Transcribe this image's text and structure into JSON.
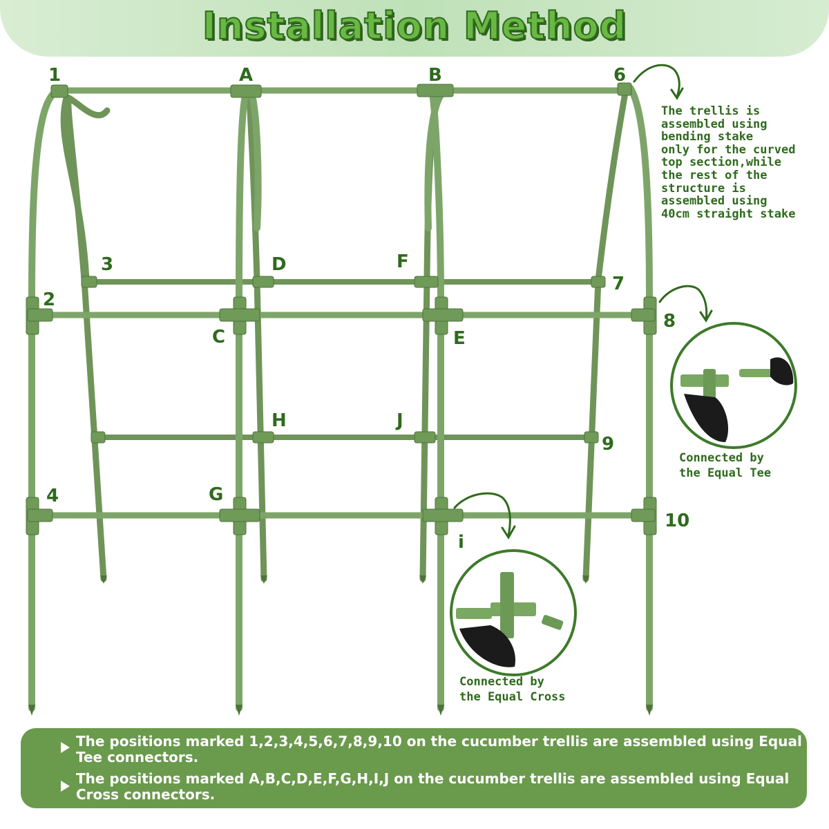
{
  "title": "Installation Method",
  "labels": {
    "n1": "1",
    "n2": "2",
    "n3": "3",
    "n4": "4",
    "n6": "6",
    "n7": "7",
    "n8": "8",
    "n9": "9",
    "n10": "10",
    "A": "A",
    "B": "B",
    "C": "C",
    "D": "D",
    "E": "E",
    "F": "F",
    "G": "G",
    "H": "H",
    "i": "i",
    "J": "J"
  },
  "note": "The trellis is\nassembled using\nbending stake\nonly for the curved\ntop section,while\nthe rest of the\nstructure is\nassembled using\n40cm straight stake",
  "captions": {
    "tee": "Connected by\nthe Equal Tee",
    "cross": "Connected by\nthe Equal Cross"
  },
  "footer": {
    "line1": "The positions marked 1,2,3,4,5,6,7,8,9,10 on the cucumber trellis are assembled using Equal Tee connectors.",
    "line2": "The positions marked A,B,C,D,E,F,G,H,I,J on the cucumber trellis are assembled using Equal Cross connectors."
  },
  "colors": {
    "stake": "#7fa36a",
    "stake_dark": "#5e8449",
    "text": "#2f6a1d",
    "footer": "#6a9a4c"
  }
}
